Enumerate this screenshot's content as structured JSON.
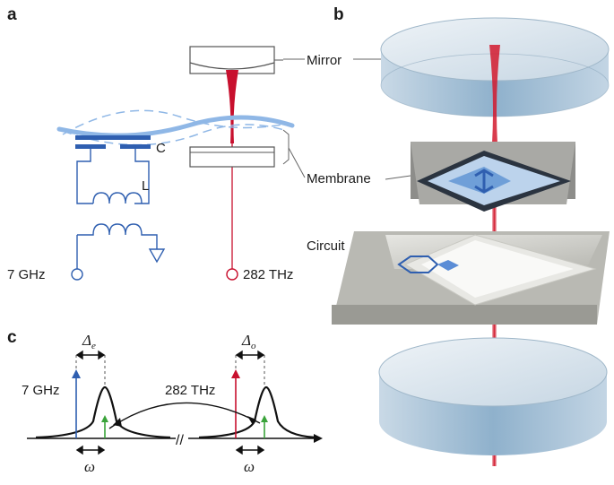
{
  "panels": {
    "a": "a",
    "b": "b",
    "c": "c"
  },
  "panel_a": {
    "label_C": "C",
    "label_L": "L",
    "label_left_freq": "7 GHz",
    "label_right_freq": "282 THz"
  },
  "panel_b": {
    "mirror": "Mirror",
    "membrane": "Membrane",
    "circuit": "Circuit"
  },
  "panel_c": {
    "delta_e_sym": "Δ",
    "delta_e_sub": "e",
    "delta_o_sym": "Δ",
    "delta_o_sub": "o",
    "left_freq": "7 GHz",
    "right_freq": "282 THz",
    "omega_left": "ω",
    "omega_right": "ω",
    "axis_break": "//"
  },
  "colors": {
    "circuit_blue": "#2f5fb0",
    "membrane_light": "#8fb7e6",
    "optical_red": "#c8102e",
    "green_sideband": "#3aa33a",
    "mirror_glass": "#a9c3d8",
    "frame_grey": "#b9b9b3"
  }
}
